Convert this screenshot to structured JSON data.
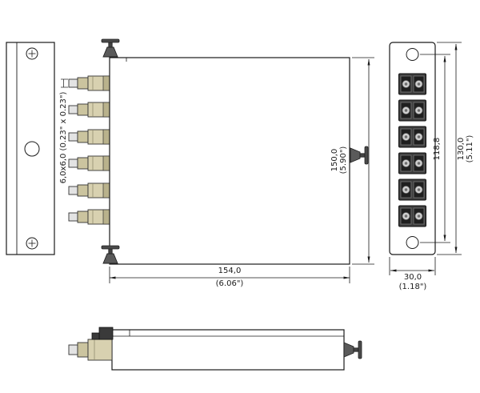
{
  "drawing": {
    "labels": {
      "connector_size": "6,0x6,0 (0.23\" x 0.23\")",
      "body_width_mm": "154,0",
      "body_width_in": "(6.06\")",
      "body_height_mm": "150,0",
      "body_height_in": "(5.90\")",
      "hole_spacing_mm": "118,8",
      "panel_height_mm": "130,0",
      "panel_height_in": "(5.11\")",
      "panel_width_mm": "30,0",
      "panel_width_in": "(1.18\")"
    },
    "colors": {
      "line": "#1a1a1a",
      "connector_body": "#d8d1b0",
      "connector_boot": "#cbc49f",
      "latch_dark": "#4a4a4a",
      "adapter_dark": "#3d3d3d",
      "background": "#ffffff"
    }
  }
}
